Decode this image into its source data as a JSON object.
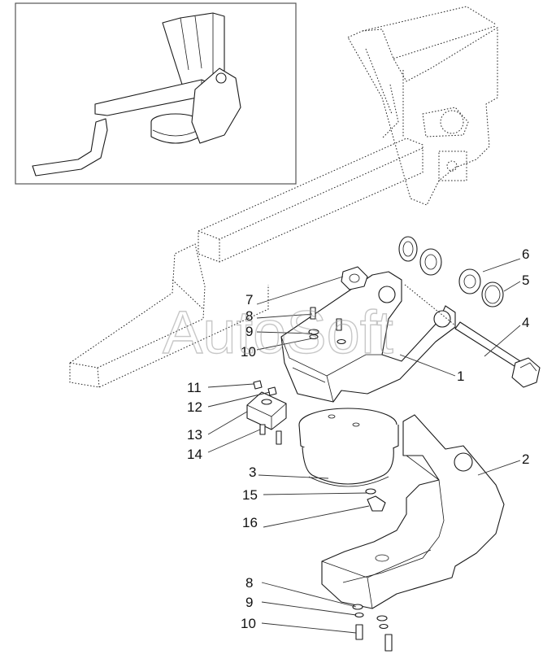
{
  "watermark": "AutoSoft",
  "callouts": {
    "c1": "1",
    "c2": "2",
    "c3": "3",
    "c4": "4",
    "c5": "5",
    "c6": "6",
    "c7": "7",
    "c8a": "8",
    "c9a": "9",
    "c10a": "10",
    "c11": "11",
    "c12": "12",
    "c13": "13",
    "c14": "14",
    "c15": "15",
    "c16": "16",
    "c8b": "8",
    "c9b": "9",
    "c10b": "10"
  }
}
